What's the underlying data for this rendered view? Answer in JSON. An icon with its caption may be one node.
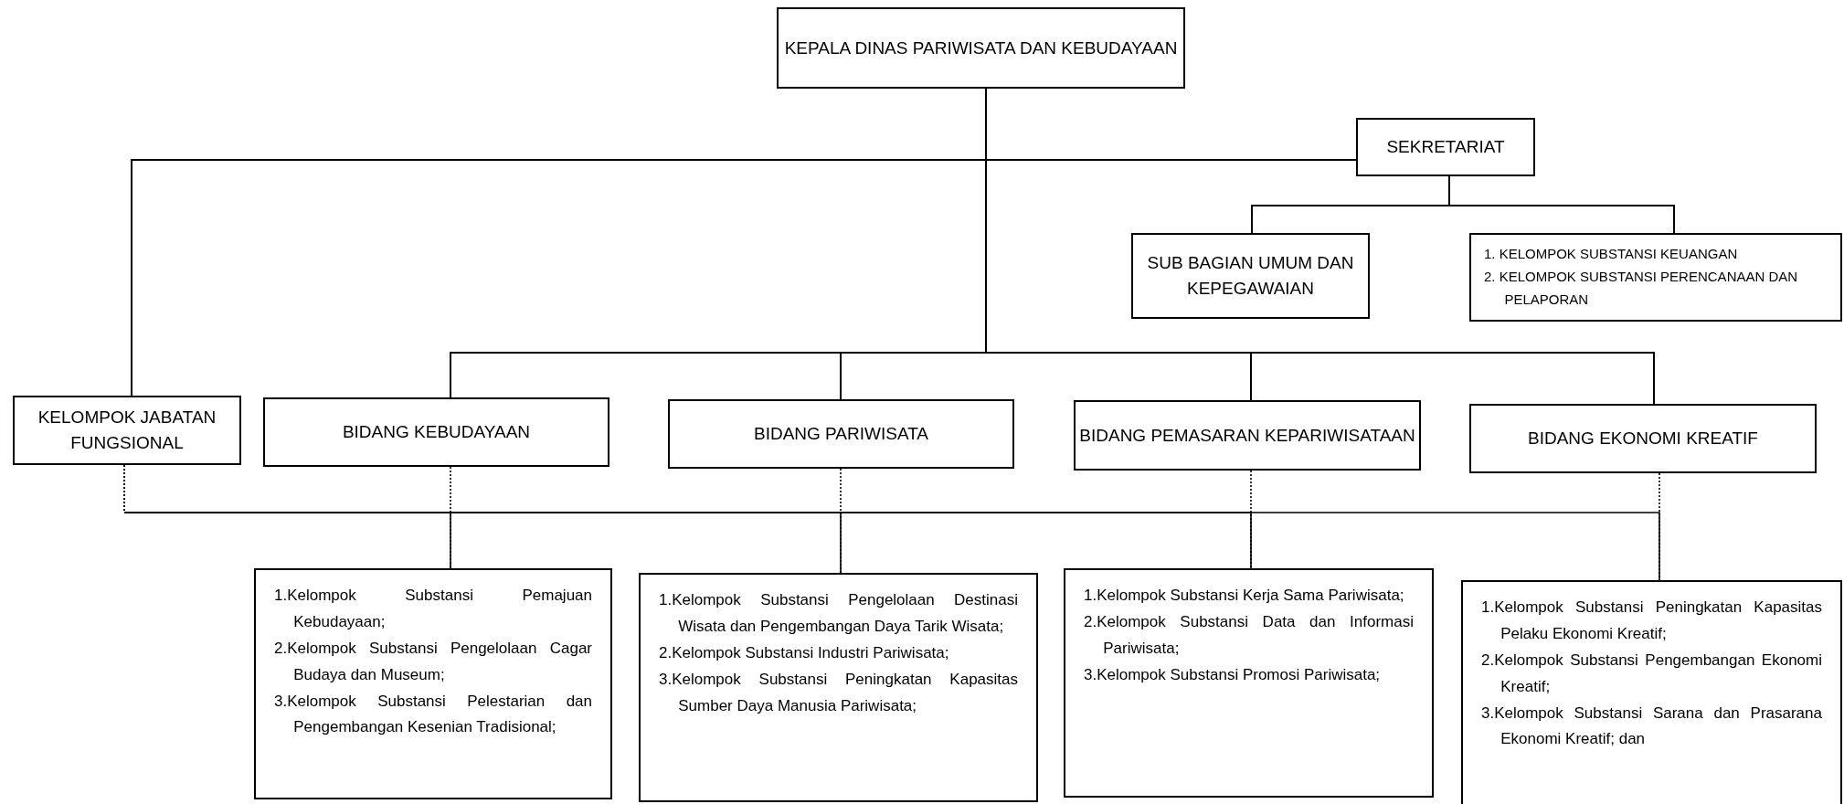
{
  "diagram": {
    "nodes": [
      {
        "text": [
          "KEPALA DINAS PARIWISATA DAN KEBUDAYAAN"
        ]
      },
      {
        "text": [
          "SEKRETARIAT"
        ]
      },
      {
        "text": [
          "SUB BAGIAN UMUM DAN KEPEGAWAIAN"
        ]
      },
      {
        "text": [
          "1. KELOMPOK SUBSTANSI KEUANGAN",
          "2. KELOMPOK SUBSTANSI PERENCANAAN DAN PELAPORAN"
        ]
      },
      {
        "text": [
          "KELOMPOK JABATAN FUNGSIONAL"
        ]
      },
      {
        "text": [
          "BIDANG KEBUDAYAAN"
        ]
      },
      {
        "text": [
          "BIDANG PARIWISATA"
        ]
      },
      {
        "text": [
          "BIDANG PEMASARAN KEPARIWISATAAN"
        ]
      },
      {
        "text": [
          "BIDANG EKONOMI  KREATIF"
        ]
      },
      {
        "text": [
          "1.Kelompok Substansi Pemajuan Kebudayaan;",
          "2.Kelompok Substansi Pengelolaan Cagar Budaya dan Museum;",
          "3.Kelompok Substansi Pelestarian dan Pengembangan Kesenian Tradisional;"
        ]
      },
      {
        "text": [
          "1.Kelompok Substansi Pengelolaan Destinasi Wisata dan Pengembangan Daya Tarik Wisata;",
          "2.Kelompok Substansi Industri Pariwisata;",
          "3.Kelompok Substansi Peningkatan Kapasitas Sumber Daya Manusia Pariwisata;"
        ]
      },
      {
        "text": [
          "1.Kelompok Substansi Kerja Sama Pariwisata;",
          "2.Kelompok Substansi Data dan Informasi Pariwisata;",
          "3.Kelompok Substansi Promosi Pariwisata;"
        ]
      },
      {
        "text": [
          "1.Kelompok Substansi Peningkatan Kapasitas Pelaku Ekonomi Kreatif;",
          "2.Kelompok Substansi Pengembangan Ekonomi Kreatif;",
          "3.Kelompok Substansi Sarana dan Prasarana Ekonomi Kreatif; dan"
        ]
      }
    ],
    "edges": [
      {
        "from": 0,
        "to": 1,
        "arrow": "none"
      },
      {
        "from": 0,
        "to": 4,
        "arrow": "none"
      },
      {
        "from": 0,
        "to": 5,
        "arrow": "none"
      },
      {
        "from": 0,
        "to": 6,
        "arrow": "none"
      },
      {
        "from": 0,
        "to": 7,
        "arrow": "none"
      },
      {
        "from": 0,
        "to": 8,
        "arrow": "none"
      },
      {
        "from": 1,
        "to": 2,
        "arrow": "none"
      },
      {
        "from": 1,
        "to": 3,
        "arrow": "none"
      },
      {
        "from": 5,
        "to": 9,
        "arrow": "none",
        "style": "dashed"
      },
      {
        "from": 6,
        "to": 10,
        "arrow": "none",
        "style": "dashed"
      },
      {
        "from": 7,
        "to": 11,
        "arrow": "none",
        "style": "dashed"
      },
      {
        "from": 8,
        "to": 12,
        "arrow": "none",
        "style": "dashed"
      },
      {
        "from": 4,
        "to": 9,
        "arrow": "none",
        "style": "dashed"
      },
      {
        "from": 4,
        "to": 10,
        "arrow": "none",
        "style": "dashed"
      },
      {
        "from": 4,
        "to": 11,
        "arrow": "none",
        "style": "dashed"
      },
      {
        "from": 4,
        "to": 12,
        "arrow": "none",
        "style": "dashed"
      }
    ]
  }
}
